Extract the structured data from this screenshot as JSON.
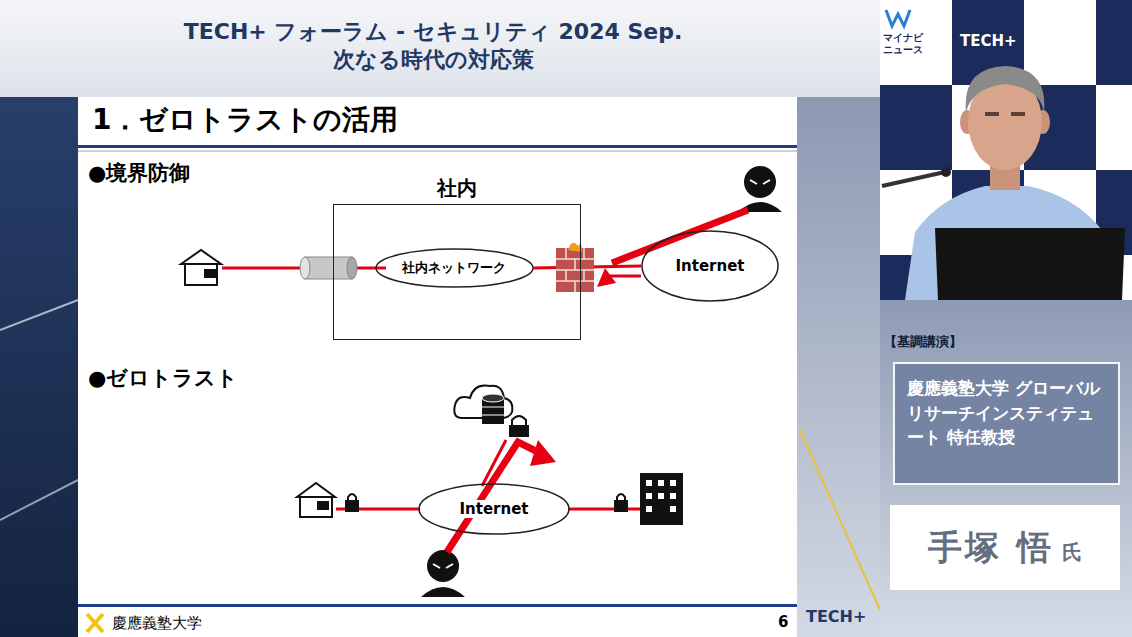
{
  "diagram": {
    "title": "TECH+ フォーラム - セキュリティ 2024 Sep. 次なる時代の対応策",
    "nodes": [
      {
        "text": [
          "社内"
        ]
      },
      {
        "text": [
          "社内ネットワーク"
        ],
        "in": 0
      },
      {
        "text": [
          "Internet"
        ]
      },
      {
        "text": [
          "Internet"
        ]
      },
      {
        "text": [
          "慶應義塾大学 グローバルリサーチインスティテュート 特任教授"
        ]
      },
      {
        "text": [
          "手塚 悟",
          "氏"
        ]
      }
    ],
    "edges": [
      {
        "from": 1,
        "to": 2,
        "arrow": "none"
      }
    ],
    "labels": [
      "1．ゼロトラストの活用",
      "●境界防御",
      "●ゼロトラスト",
      "慶應義塾大学",
      "6",
      "【基調講演】",
      "マイナビ ニュース",
      "TECH+",
      "TECH+"
    ]
  }
}
